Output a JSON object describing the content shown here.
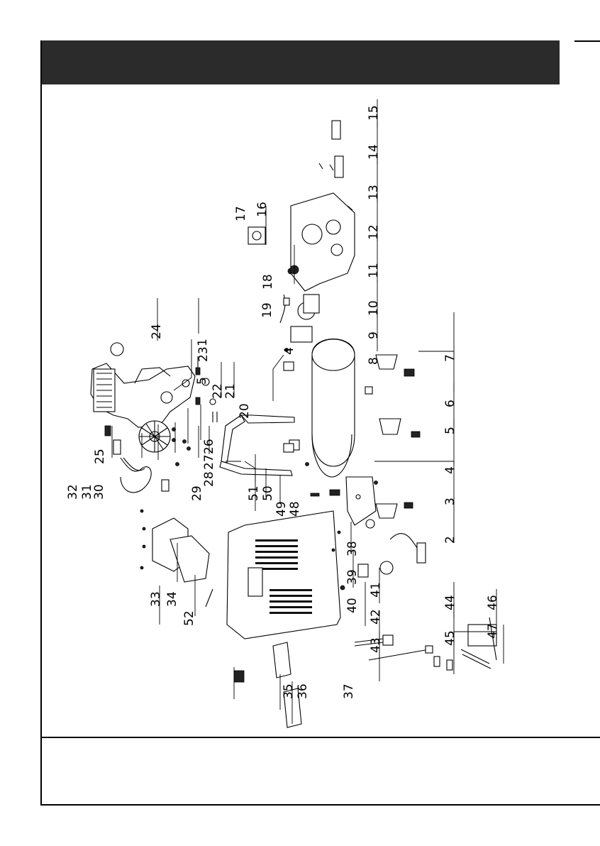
{
  "header": {
    "title": ""
  },
  "parts": {
    "p1": "1",
    "p2": "2",
    "p3": "3",
    "p4a": "4",
    "p4b": "4",
    "p5a": "5",
    "p5b": "5",
    "p6": "6",
    "p7": "7",
    "p8": "8",
    "p9": "9",
    "p10": "10",
    "p11": "11",
    "p12": "12",
    "p13": "13",
    "p14": "14",
    "p15": "15",
    "p16": "16",
    "p17": "17",
    "p18": "18",
    "p19": "19",
    "p20": "20",
    "p21": "21",
    "p22": "22",
    "p23": "23",
    "p24": "24",
    "p25": "25",
    "p26": "26",
    "p27": "27",
    "p28": "28",
    "p29": "29",
    "p30": "30",
    "p31": "31",
    "p32": "32",
    "p33": "33",
    "p34": "34",
    "p35": "35",
    "p36": "36",
    "p37": "37",
    "p38": "38",
    "p39": "39",
    "p40": "40",
    "p41": "41",
    "p42": "42",
    "p43": "43",
    "p44": "44",
    "p45": "45",
    "p46": "46",
    "p47": "47",
    "p48": "48",
    "p49": "49",
    "p50": "50",
    "p51": "51",
    "p52": "52"
  }
}
